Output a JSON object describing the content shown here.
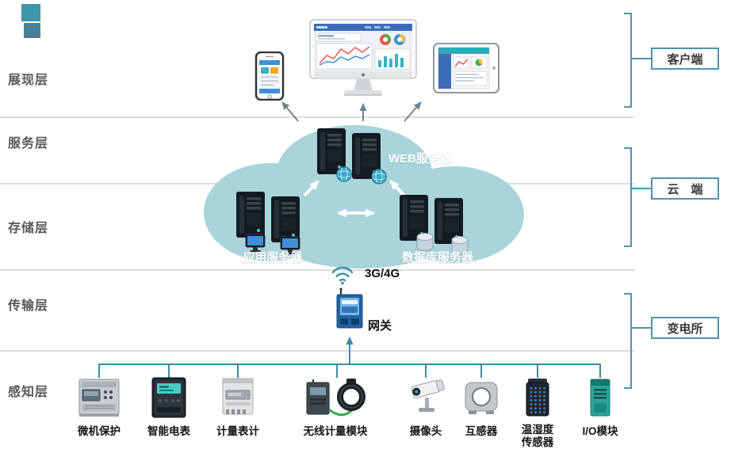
{
  "layers": [
    {
      "id": "presentation",
      "label": "展现层"
    },
    {
      "id": "service",
      "label": "服务层"
    },
    {
      "id": "storage",
      "label": "存储层"
    },
    {
      "id": "transport",
      "label": "传输层"
    },
    {
      "id": "perception",
      "label": "感知层"
    }
  ],
  "zones": [
    {
      "id": "client",
      "label": "客户端"
    },
    {
      "id": "cloud",
      "label": "云　端"
    },
    {
      "id": "substation",
      "label": "变电所"
    }
  ],
  "cloud": {
    "web_server_label": "WEB服务器",
    "app_server_label": "应用服务器",
    "db_server_label": "数据库服务器"
  },
  "transport": {
    "wireless_label": "3G/4G",
    "gateway_label": "网关"
  },
  "devices": [
    {
      "label": "微机保护"
    },
    {
      "label": "智能电表"
    },
    {
      "label": "计量表计"
    },
    {
      "label": "无线计量模块"
    },
    {
      "label": "摄像头"
    },
    {
      "label": "互感器"
    },
    {
      "label": "温湿度传感器",
      "line1": "温湿度",
      "line2": "传感器"
    },
    {
      "label": "I/O模块"
    }
  ],
  "colors": {
    "cloud_fill": "#a9d4dc",
    "accent_teal": "#4e94ad",
    "bus_teal": "#3d8ba5",
    "separator_gray": "#dcdcdc",
    "layer_label_gray": "#595959"
  }
}
